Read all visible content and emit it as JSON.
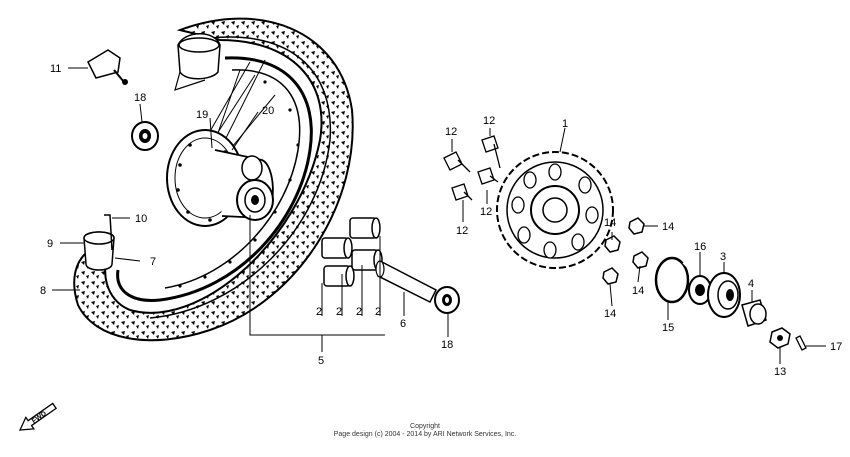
{
  "callouts": [
    "1",
    "2",
    "3",
    "4",
    "5",
    "6",
    "7",
    "8",
    "9",
    "10",
    "11",
    "12",
    "13",
    "14",
    "15",
    "16",
    "17",
    "18",
    "19",
    "20"
  ],
  "parts": {
    "tire": "tire-icon",
    "rim": "rim-icon",
    "spokes": "spokes-icon",
    "hub": "hub-icon",
    "sprocket": "sprocket-icon",
    "axle": "axle-icon"
  },
  "fwd_label": "FWD",
  "copyright": {
    "line1": "Copyright",
    "line2": "Page design (c) 2004 - 2014 by ARI Network Services, Inc."
  },
  "colors": {
    "ink": "#000000",
    "paper": "#ffffff"
  }
}
